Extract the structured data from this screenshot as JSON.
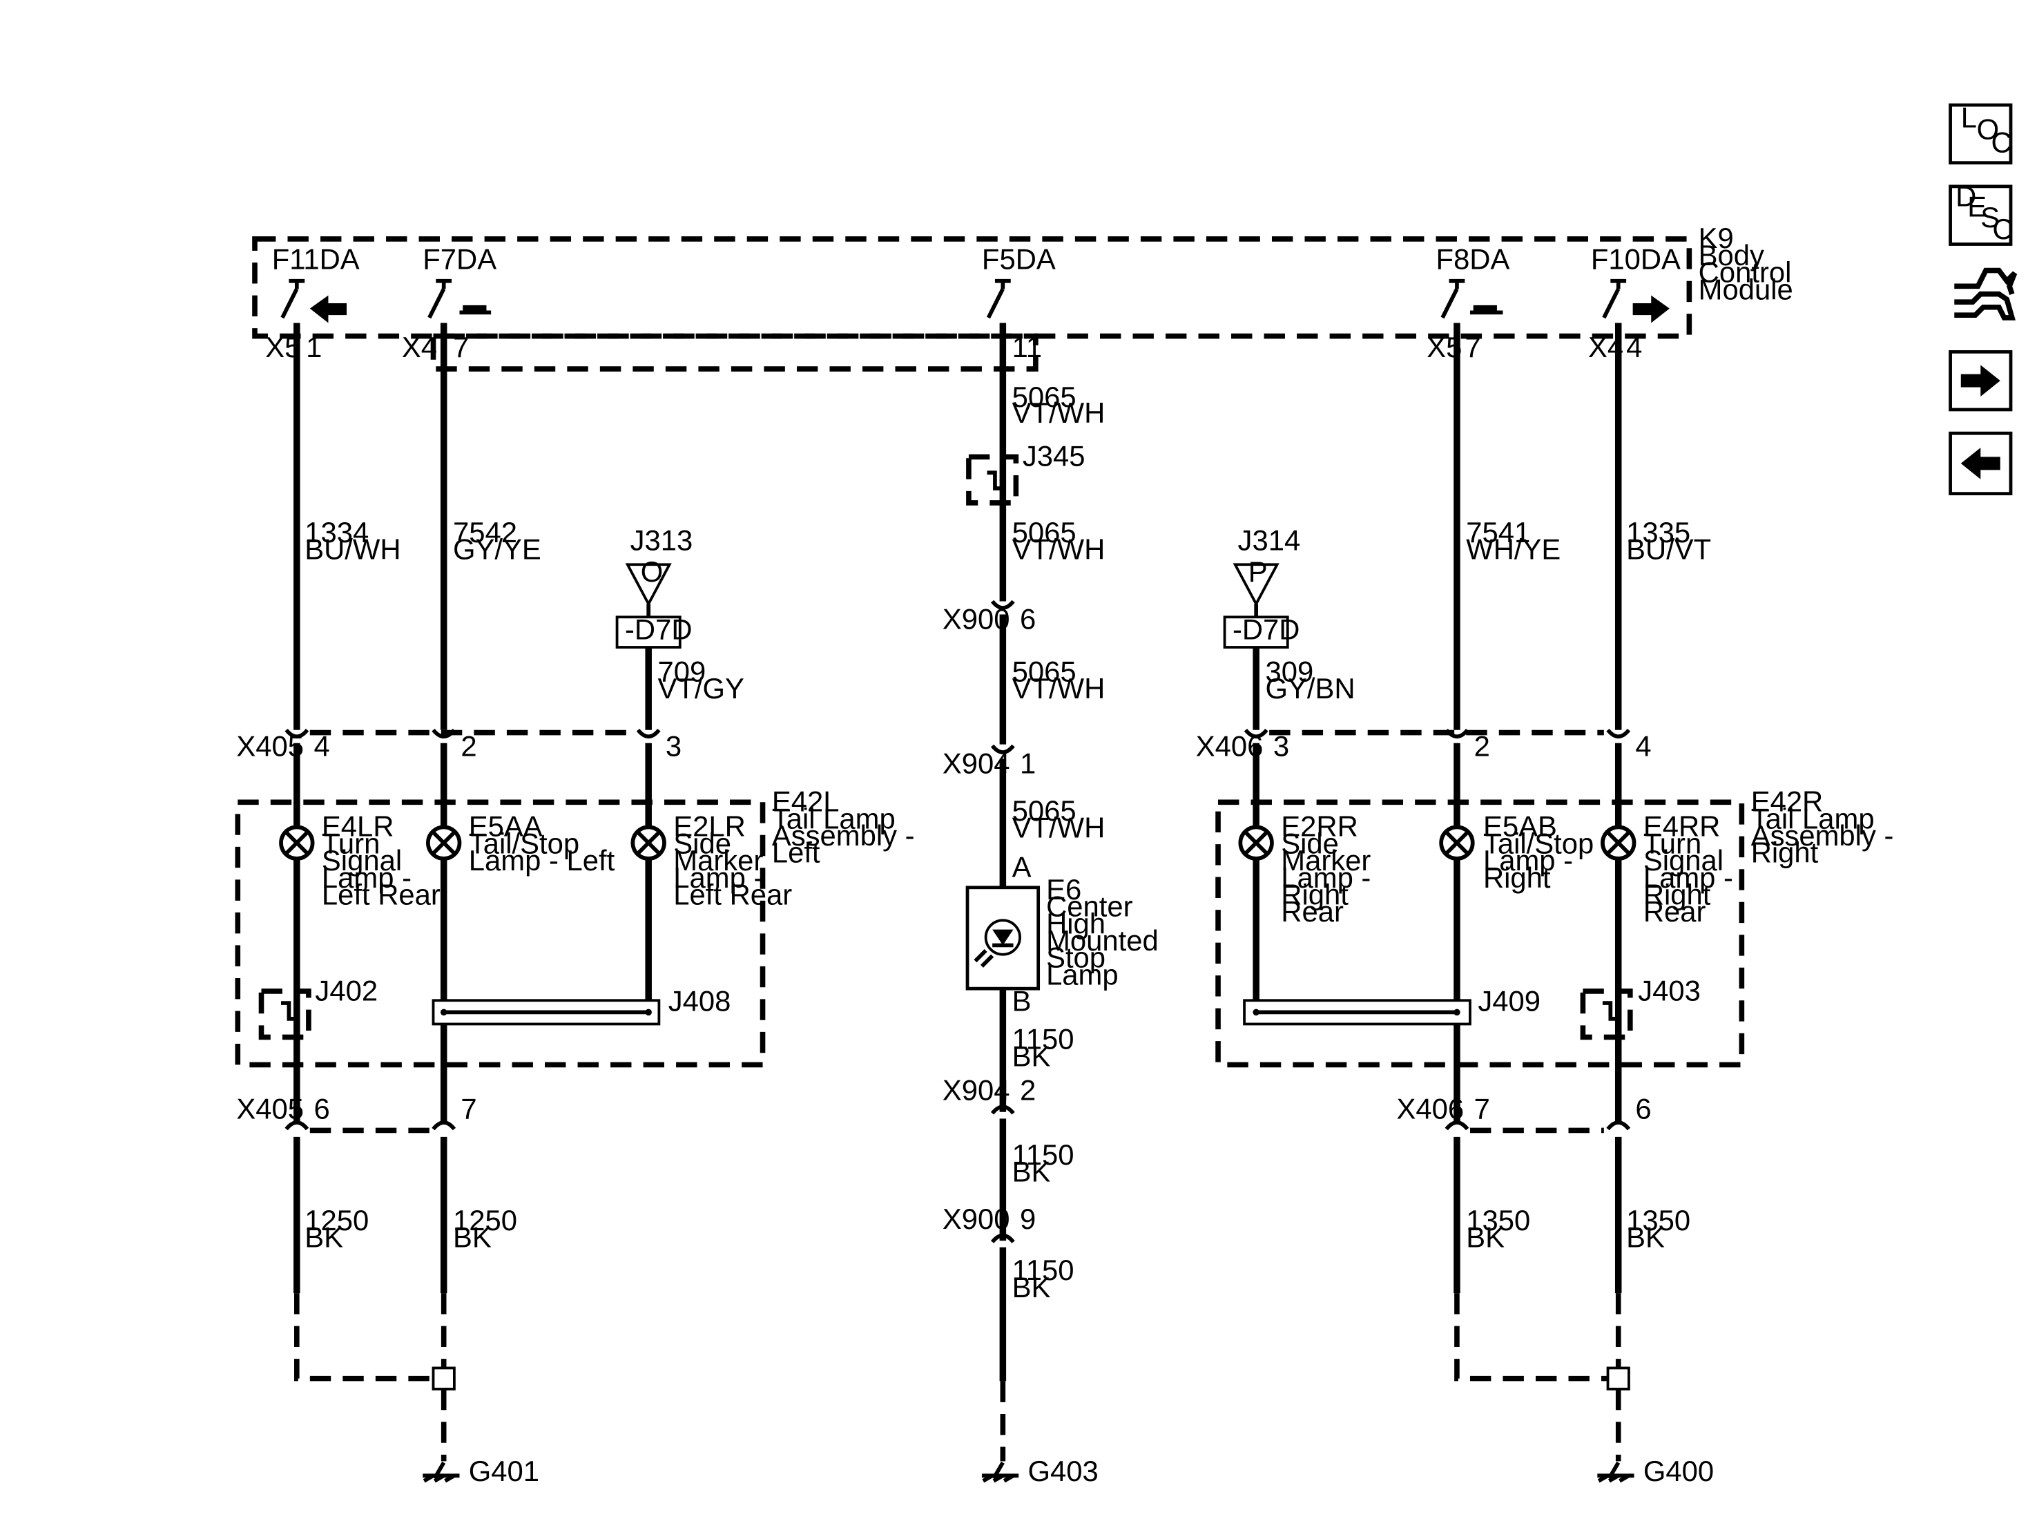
{
  "module": {
    "name": "K9",
    "lines": [
      "Body",
      "Control",
      "Module"
    ]
  },
  "fuses": [
    {
      "id": "F11DA",
      "connector": "X5",
      "pin": "1",
      "circuit": "1334",
      "color": "BU/WH",
      "symbol": "arrow-left"
    },
    {
      "id": "F7DA",
      "connector": "X4",
      "pin": "7",
      "circuit": "7542",
      "color": "GY/YE",
      "symbol": "pwm"
    },
    {
      "id": "F5DA",
      "connector": "",
      "pin": "11",
      "circuit": "5065",
      "color": "VT/WH",
      "symbol": "none"
    },
    {
      "id": "F8DA",
      "connector": "X5",
      "pin": "7",
      "circuit": "7541",
      "color": "WH/YE",
      "symbol": "pwm"
    },
    {
      "id": "F10DA",
      "connector": "X4",
      "pin": "4",
      "circuit": "1335",
      "color": "BU/VT",
      "symbol": "arrow-right"
    }
  ],
  "center": {
    "wires": [
      {
        "circuit": "5065",
        "color": "VT/WH"
      },
      {
        "circuit": "5065",
        "color": "VT/WH"
      },
      {
        "circuit": "5065",
        "color": "VT/WH"
      },
      {
        "circuit": "5065",
        "color": "VT/WH"
      },
      {
        "circuit": "1150",
        "color": "BK"
      },
      {
        "circuit": "1150",
        "color": "BK"
      },
      {
        "circuit": "1150",
        "color": "BK"
      }
    ],
    "splice": "J345",
    "conn1": {
      "name": "X900",
      "pin": "6"
    },
    "conn2": {
      "name": "X904",
      "pin": "1"
    },
    "conn3": {
      "name": "X904",
      "pin": "2"
    },
    "conn4": {
      "name": "X900",
      "pin": "9"
    },
    "lamp": {
      "id": "E6",
      "pin_a": "A",
      "pin_b": "B",
      "lines": [
        "Center",
        "High",
        "Mounted",
        "Stop",
        "Lamp"
      ]
    },
    "ground": "G403"
  },
  "left": {
    "jumper": {
      "name": "J313",
      "letter": "O",
      "label": "-D7D",
      "circuit": "709",
      "color": "VT/GY"
    },
    "upper_conn": {
      "name": "X405",
      "pins": [
        "4",
        "2",
        "3"
      ]
    },
    "assembly": {
      "id": "E42L",
      "lines": [
        "Tail Lamp",
        "Assembly -",
        "Left"
      ]
    },
    "lamps": [
      {
        "id": "E4LR",
        "lines": [
          "Turn",
          "Signal",
          "Lamp -",
          "Left Rear"
        ]
      },
      {
        "id": "E5AA",
        "lines": [
          "Tail/Stop",
          "Lamp - Left"
        ]
      },
      {
        "id": "E2LR",
        "lines": [
          "Side",
          "Marker",
          "Lamp -",
          "Left Rear"
        ]
      }
    ],
    "splice": "J402",
    "bus": "J408",
    "lower_conn": {
      "name": "X405",
      "pins": [
        "6",
        "7"
      ]
    },
    "grounds": [
      {
        "circuit": "1250",
        "color": "BK"
      },
      {
        "circuit": "1250",
        "color": "BK"
      }
    ],
    "ground": "G401"
  },
  "right": {
    "jumper": {
      "name": "J314",
      "letter": "P",
      "label": "-D7D",
      "circuit": "309",
      "color": "GY/BN"
    },
    "upper_conn": {
      "name": "X406",
      "pins": [
        "3",
        "2",
        "4"
      ]
    },
    "assembly": {
      "id": "E42R",
      "lines": [
        "Tail Lamp",
        "Assembly -",
        "Right"
      ]
    },
    "lamps": [
      {
        "id": "E2RR",
        "lines": [
          "Side",
          "Marker",
          "Lamp -",
          "Right",
          "Rear"
        ]
      },
      {
        "id": "E5AB",
        "lines": [
          "Tail/Stop",
          "Lamp -",
          "Right"
        ]
      },
      {
        "id": "E4RR",
        "lines": [
          "Turn",
          "Signal",
          "Lamp -",
          "Right",
          "Rear"
        ]
      }
    ],
    "splice": "J403",
    "bus": "J409",
    "lower_conn": {
      "name": "X406",
      "pins": [
        "7",
        "6"
      ]
    },
    "grounds": [
      {
        "circuit": "1350",
        "color": "BK"
      },
      {
        "circuit": "1350",
        "color": "BK"
      }
    ],
    "ground": "G400"
  },
  "sidebar": [
    {
      "name": "loc-button",
      "letters": [
        "L",
        "O",
        "C"
      ]
    },
    {
      "name": "desc-button",
      "letters": [
        "D",
        "E",
        "S",
        "C"
      ]
    },
    {
      "name": "connector-end-view-button",
      "icon": "connector-icon"
    },
    {
      "name": "next-page-button",
      "icon": "arrow-right-icon"
    },
    {
      "name": "previous-page-button",
      "icon": "arrow-left-icon"
    }
  ]
}
